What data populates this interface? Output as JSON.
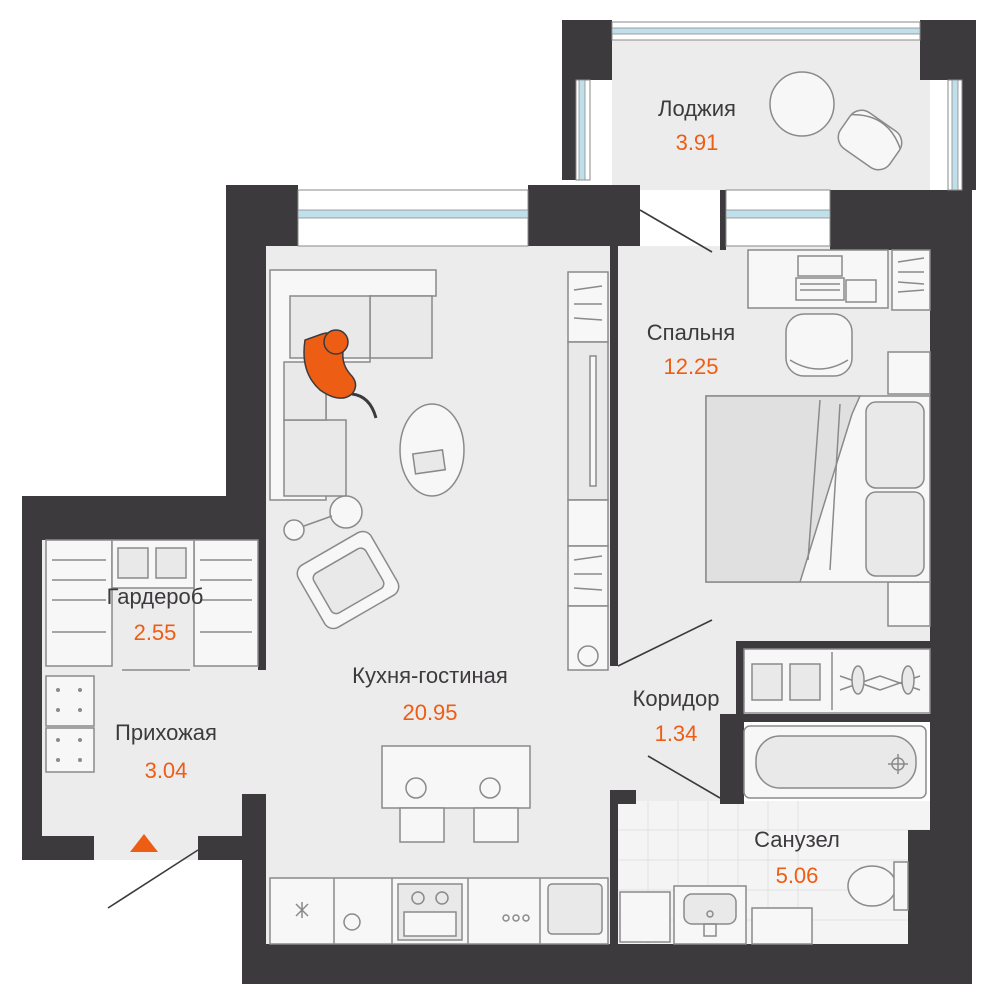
{
  "colors": {
    "wall": "#3d3a3d",
    "floor": "#ececec",
    "floor_light": "#f4f4f4",
    "accent": "#ee5d14",
    "window_glass": "#bfe0ea"
  },
  "rooms": [
    {
      "id": "loggia",
      "name": "Лоджия",
      "area": "3.91"
    },
    {
      "id": "bedroom",
      "name": "Спальня",
      "area": "12.25"
    },
    {
      "id": "kitchen_living",
      "name": "Кухня-гостиная",
      "area": "20.95"
    },
    {
      "id": "wardrobe",
      "name": "Гардероб",
      "area": "2.55"
    },
    {
      "id": "hallway",
      "name": "Прихожая",
      "area": "3.04"
    },
    {
      "id": "corridor",
      "name": "Коридор",
      "area": "1.34"
    },
    {
      "id": "bathroom",
      "name": "Санузел",
      "area": "5.06"
    }
  ],
  "entrance_marker": "triangle-entrance-icon",
  "icons": [
    "cat-icon",
    "laptop-icon",
    "sofa-icon",
    "bed-icon",
    "bathtub-icon",
    "toilet-icon",
    "sink-icon",
    "stove-icon",
    "armchair-icon"
  ]
}
